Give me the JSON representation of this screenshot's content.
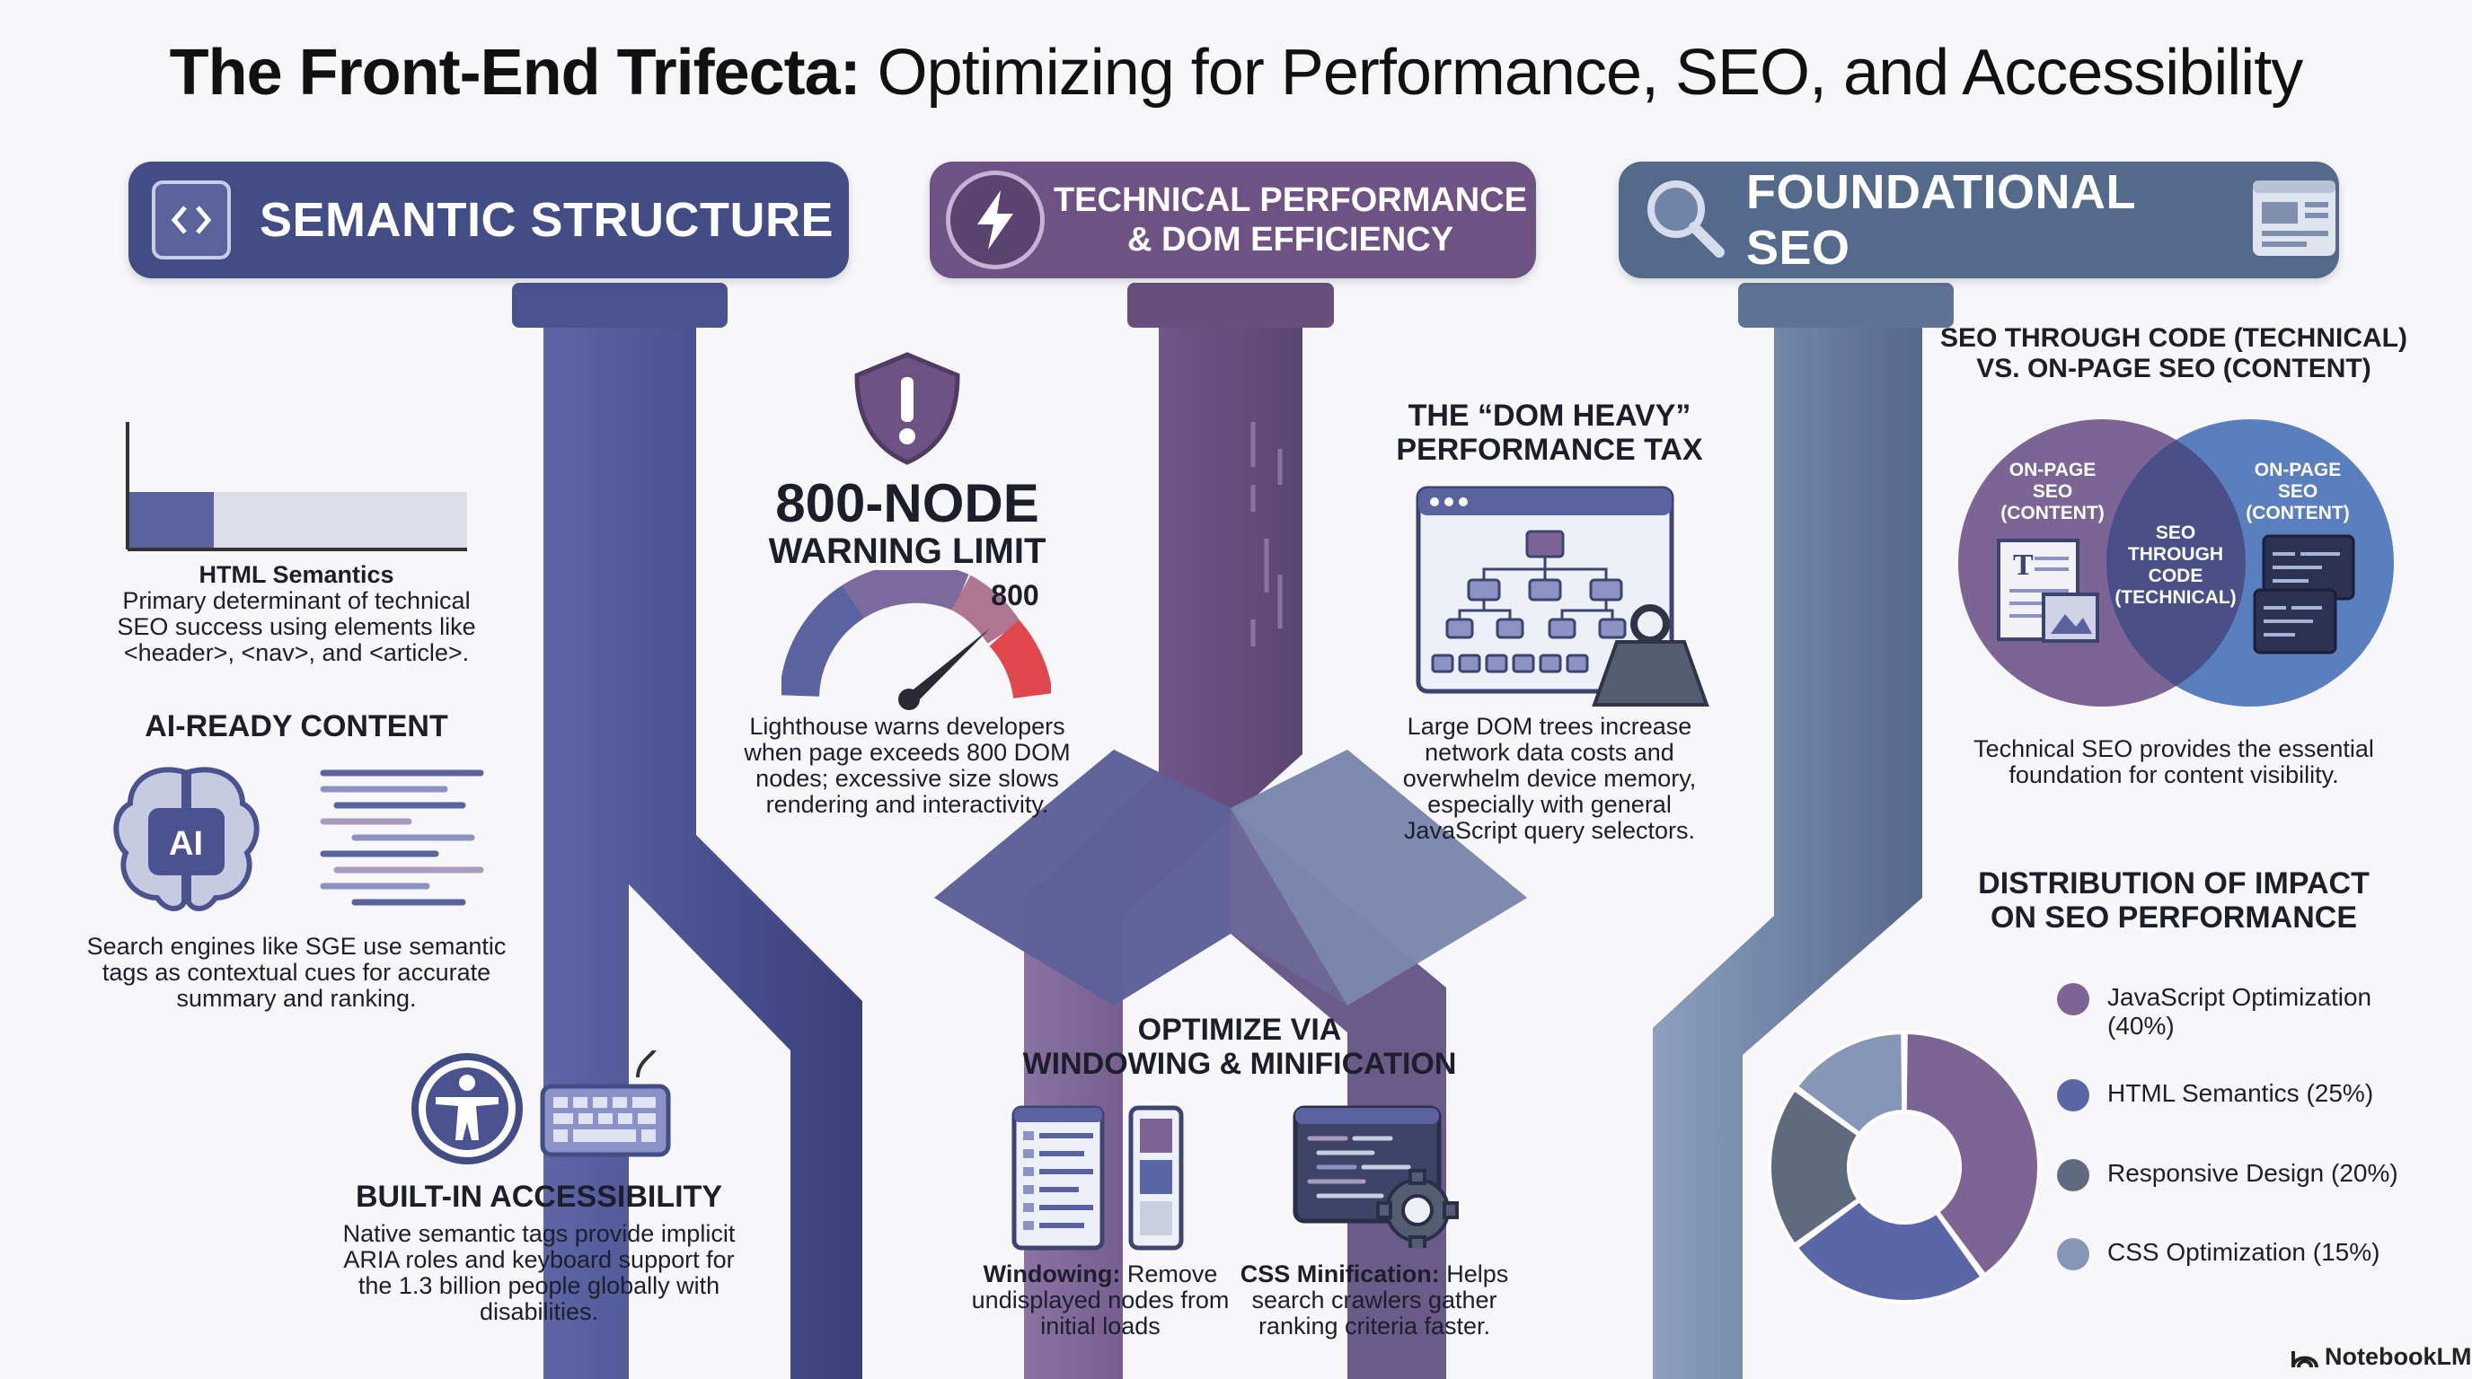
{
  "title": {
    "bold": "The Front-End Trifecta:",
    "rest": " Optimizing for Performance, SEO, and Accessibility"
  },
  "colors": {
    "semantic": "#424c85",
    "performance": "#6d5283",
    "seo": "#546a8a",
    "pipe_blue": "#5a62a0",
    "pipe_purple": "#7c6594",
    "pipe_slate": "#7f93b3",
    "warn_red": "#e0474c"
  },
  "headers": {
    "semantic": {
      "label": "SEMANTIC STRUCTURE",
      "icon": "code-brackets-icon"
    },
    "performance": {
      "label_line1": "TECHNICAL PERFORMANCE",
      "label_line2": "& DOM EFFICIENCY",
      "icon": "lightning-icon"
    },
    "seo": {
      "label": "FOUNDATIONAL SEO",
      "icon": "magnifier-icon",
      "icon2": "webpage-layout-icon"
    }
  },
  "html_semantics": {
    "title": "HTML Semantics",
    "line1": "Primary determinant of technical",
    "line2": "SEO success using elements like",
    "line3": "<header>, <nav>, and <article>.",
    "bar_fill_fraction": 0.25
  },
  "ai_ready": {
    "title": "AI-READY CONTENT",
    "icon_label": "AI",
    "line1": "Search engines like SGE use semantic",
    "line2": "tags as contextual cues for accurate",
    "line3": "summary and ranking."
  },
  "accessibility": {
    "title": "BUILT-IN ACCESSIBILITY",
    "line1": "Native semantic tags provide implicit",
    "line2": "ARIA roles and keyboard support for",
    "line3": "the 1.3 billion people globally with",
    "line4": "disabilities."
  },
  "node_limit": {
    "title_line1": "800-NODE",
    "title_line2": "WARNING LIMIT",
    "gauge_label": "800",
    "line1": "Lighthouse warns developers",
    "line2": "when page exceeds 800 DOM",
    "line3": "nodes; excessive size slows",
    "line4": "rendering and interactivity."
  },
  "dom_heavy": {
    "title_line1": "THE “DOM HEAVY”",
    "title_line2": "PERFORMANCE TAX",
    "line1": "Large DOM trees increase",
    "line2": "network data costs and",
    "line3": "overwhelm device memory,",
    "line4": "especially with general",
    "line5": "JavaScript query selectors."
  },
  "optimize": {
    "title_line1": "OPTIMIZE VIA",
    "title_line2": "WINDOWING & MINIFICATION",
    "windowing_bold": "Windowing:",
    "windowing_line1": " Remove",
    "windowing_line2": "undisplayed nodes from",
    "windowing_line3": "initial loads",
    "css_bold": "CSS Minification:",
    "css_line1": " Helps",
    "css_line2": "search crawlers gather",
    "css_line3": "ranking criteria faster."
  },
  "seo_venn": {
    "title_line1": "SEO THROUGH CODE (TECHNICAL)",
    "title_line2": "VS. ON-PAGE SEO (CONTENT)",
    "left": [
      "ON-PAGE",
      "SEO",
      "(CONTENT)"
    ],
    "right": [
      "ON-PAGE",
      "SEO",
      "(CONTENT)"
    ],
    "center": [
      "SEO",
      "THROUGH",
      "CODE",
      "(TECHNICAL)"
    ],
    "line1": "Technical SEO provides the essential",
    "line2": "foundation for content visibility."
  },
  "chart_data": {
    "type": "pie",
    "title": "DISTRIBUTION OF IMPACT ON SEO PERFORMANCE",
    "title_line1": "DISTRIBUTION OF IMPACT",
    "title_line2": "ON SEO PERFORMANCE",
    "categories": [
      "JavaScript Optimization",
      "HTML Semantics",
      "Responsive Design",
      "CSS Optimization"
    ],
    "values": [
      40,
      25,
      20,
      15
    ],
    "colors": [
      "#7c6594",
      "#5a67a6",
      "#5f6a7e",
      "#8596b6"
    ],
    "legend": [
      {
        "line1": "JavaScript Optimization",
        "line2": "(40%)"
      },
      {
        "line1": "HTML Semantics (25%)",
        "line2": ""
      },
      {
        "line1": "Responsive Design (20%)",
        "line2": ""
      },
      {
        "line1": "CSS Optimization (15%)",
        "line2": ""
      }
    ]
  },
  "branding": {
    "label": "NotebookLM"
  }
}
